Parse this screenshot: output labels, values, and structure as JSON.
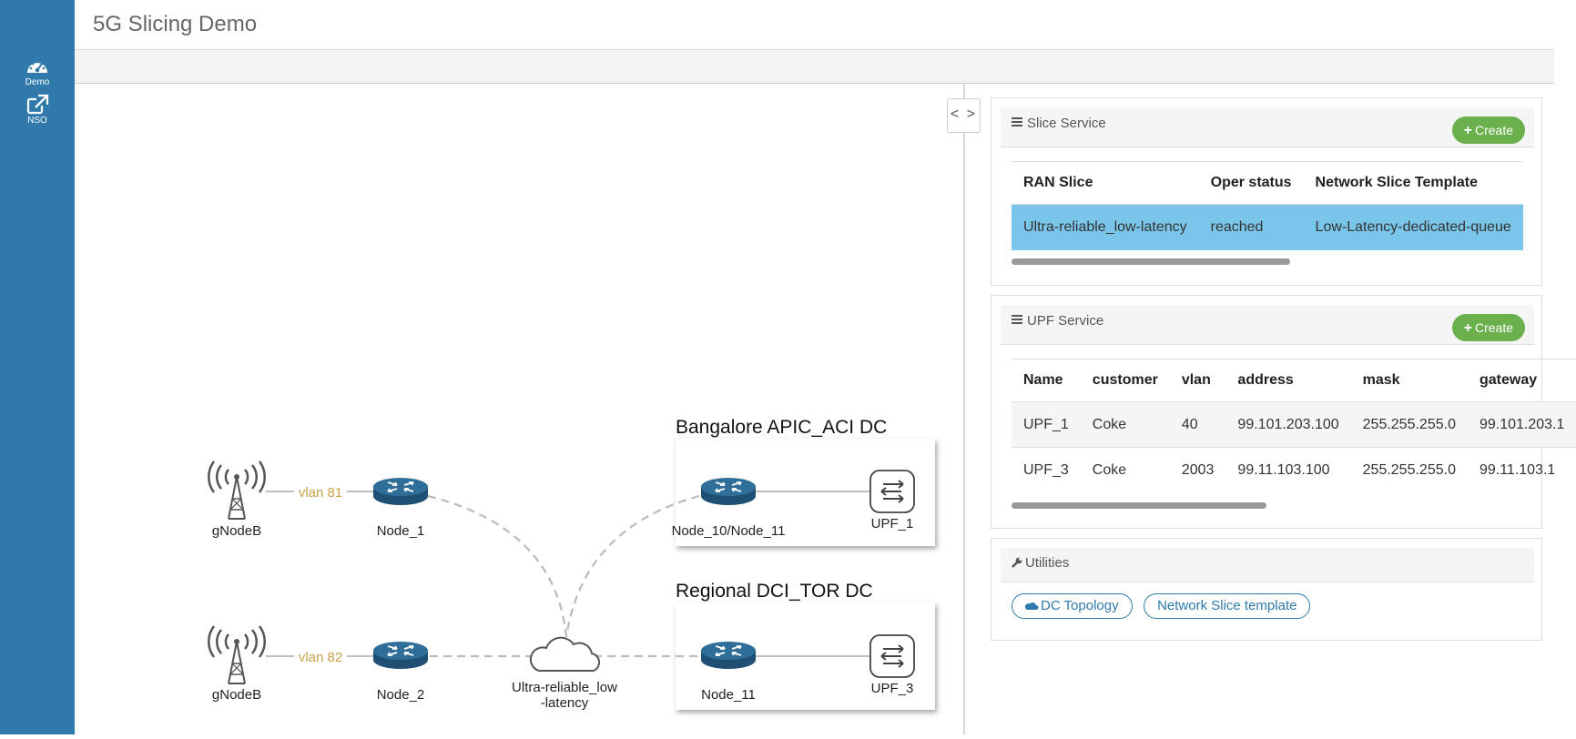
{
  "app": {
    "title": "5G Slicing Demo"
  },
  "sidebar": {
    "items": [
      {
        "label": "Demo",
        "icon": "dashboard-icon"
      },
      {
        "label": "NSO",
        "icon": "external-link-icon"
      }
    ]
  },
  "colors": {
    "sidebar": "#2f7aab",
    "create": "#6ab04c",
    "selected_row": "#7ac5ea",
    "vlan_label": "#c9a24a",
    "router": "#2b6590"
  },
  "toggle_label": "< >",
  "topology": {
    "dc_groups": [
      "Bangalore APIC_ACI DC",
      "Regional DCI_TOR DC"
    ],
    "nodes": {
      "gnb1": "gNodeB",
      "gnb2": "gNodeB",
      "node1": "Node_1",
      "node2": "Node_2",
      "node10": "Node_10/Node_11",
      "node11": "Node_11",
      "upf1": "UPF_1",
      "upf3": "UPF_3",
      "cloud_line1": "Ultra-reliable_low",
      "cloud_line2": "-latency"
    },
    "links": {
      "vlan1": "vlan 81",
      "vlan2": "vlan 82"
    }
  },
  "slice_service": {
    "title": "Slice Service",
    "create_label": "Create",
    "columns": [
      "RAN Slice",
      "Oper status",
      "Network Slice Template"
    ],
    "rows": [
      [
        "Ultra-reliable_low-latency",
        "reached",
        "Low-Latency-dedicated-queue"
      ]
    ]
  },
  "upf_service": {
    "title": "UPF Service",
    "create_label": "Create",
    "columns": [
      "Name",
      "customer",
      "vlan",
      "address",
      "mask",
      "gateway"
    ],
    "rows": [
      [
        "UPF_1",
        "Coke",
        "40",
        "99.101.203.100",
        "255.255.255.0",
        "99.101.203.1"
      ],
      [
        "UPF_3",
        "Coke",
        "2003",
        "99.11.103.100",
        "255.255.255.0",
        "99.11.103.1"
      ]
    ]
  },
  "utilities": {
    "title": "Utilities",
    "links": [
      {
        "label": "DC Topology",
        "icon": "cloud-icon"
      },
      {
        "label": "Network Slice template"
      }
    ]
  }
}
